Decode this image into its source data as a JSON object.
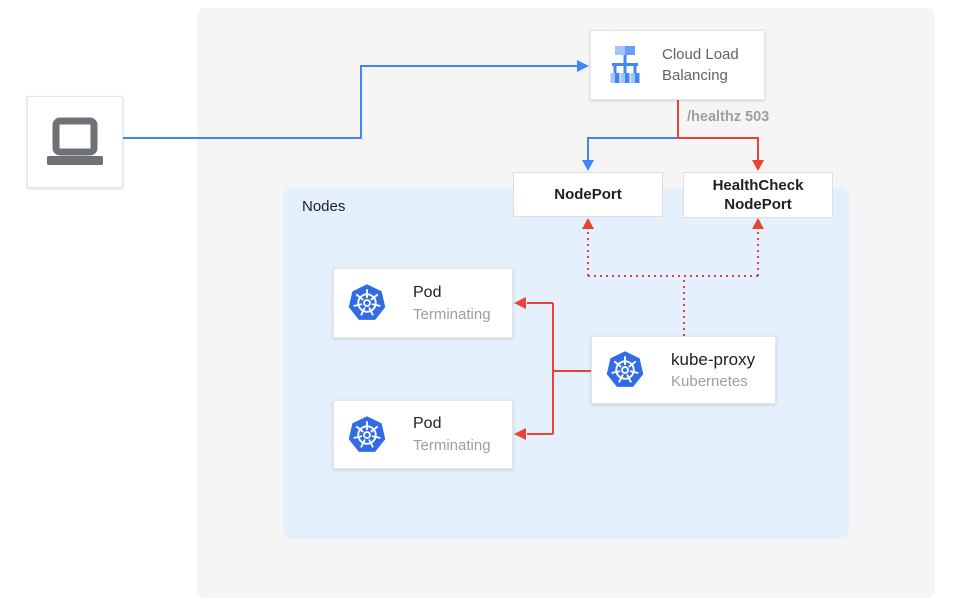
{
  "colors": {
    "blue_arrow": "#4285F4",
    "red_arrow": "#EA4335",
    "panel_bg": "#F5F5F5",
    "nodes_bg": "#E4F0FC",
    "box_border": "#DCDEE1",
    "text_dark": "#202124",
    "text_gray": "#5F6368",
    "text_muted": "#9AA0A6",
    "k8s_blue": "#326CE5",
    "laptop_gray": "#6E7276",
    "clb_light": "#A5C4FA",
    "clb_mid": "#6C9EF8",
    "clb_dark": "#4285F4"
  },
  "client": {
    "icon": "laptop-icon"
  },
  "cloud_load_balancing": {
    "title": "Cloud Load Balancing",
    "icon": "cloud-load-balancing-icon"
  },
  "healthz_label": "/healthz 503",
  "nodeport": {
    "label": "NodePort"
  },
  "healthcheck_nodeport": {
    "label": "HealthCheck NodePort"
  },
  "nodes_panel": {
    "label": "Nodes"
  },
  "pods": [
    {
      "title": "Pod",
      "status": "Terminating",
      "icon": "kubernetes-icon"
    },
    {
      "title": "Pod",
      "status": "Terminating",
      "icon": "kubernetes-icon"
    }
  ],
  "kube_proxy": {
    "title": "kube-proxy",
    "subtitle": "Kubernetes",
    "icon": "kubernetes-icon"
  }
}
